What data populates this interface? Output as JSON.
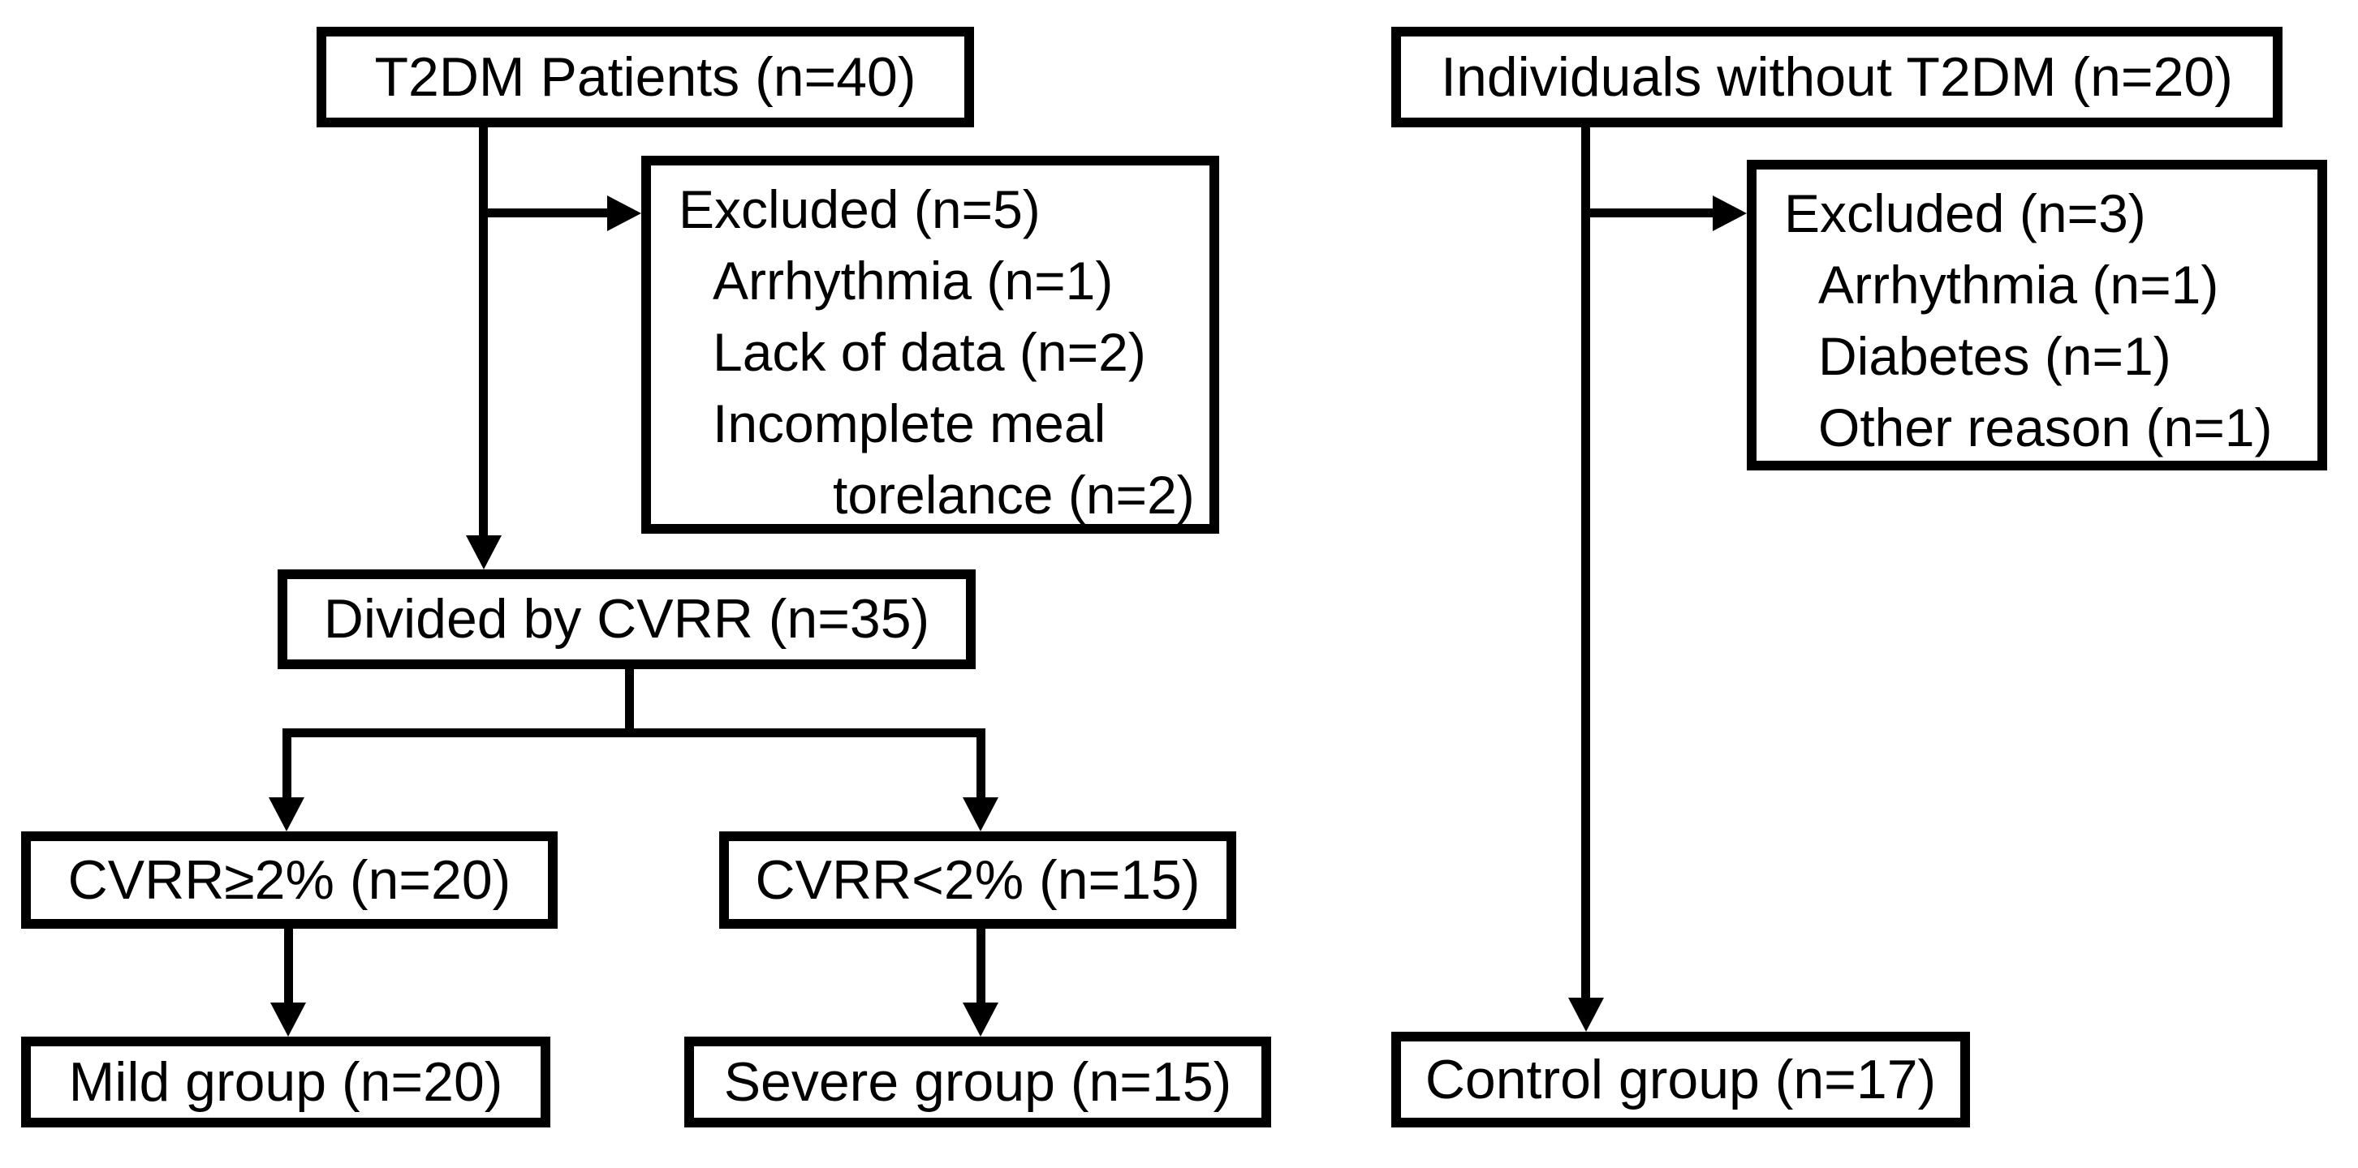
{
  "figure": {
    "title_hint": "Study enrollment flow diagram",
    "colors": {
      "box_border": "#000000",
      "background": "#ffffff",
      "text": "#000000"
    },
    "left": {
      "t2dm": "T2DM Patients (n=40)",
      "excluded": {
        "title": "Excluded (n=5)",
        "items": [
          "Arrhythmia (n=1)",
          "Lack of data (n=2)",
          "Incomplete meal",
          "torelance (n=2)"
        ]
      },
      "divided": "Divided by CVRR (n=35)",
      "cvrr_high": "CVRR≥2% (n=20)",
      "cvrr_low": "CVRR<2% (n=15)",
      "mild": "Mild group (n=20)",
      "severe": "Severe group (n=15)"
    },
    "right": {
      "individuals": "Individuals without T2DM (n=20)",
      "excluded": {
        "title": "Excluded (n=3)",
        "items": [
          "Arrhythmia (n=1)",
          "Diabetes (n=1)",
          "Other reason (n=1)"
        ]
      },
      "control": "Control group (n=17)"
    }
  }
}
